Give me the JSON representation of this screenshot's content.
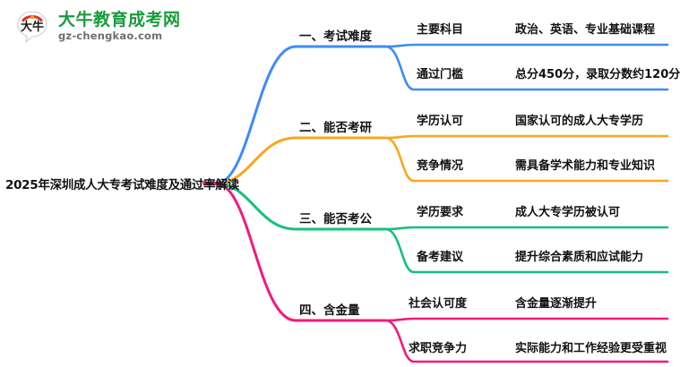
{
  "logo": {
    "mark_name": "daniu-speech-bubble-logo",
    "title": "大牛教育成考网",
    "domain": "gz-chengkao.com",
    "title_color": "#199b3c",
    "domain_color": "#6f6f6f"
  },
  "root": {
    "title": "2025年深圳成人大专考试难度及通过率解读"
  },
  "colors": {
    "blue": "#3d8cf5",
    "orange": "#f5a81e",
    "green": "#16c07c",
    "pink": "#f5187e"
  },
  "branches": [
    {
      "label": "一、考试难度",
      "color": "#3d8cf5",
      "items": [
        {
          "key": "主要科目",
          "value": "政治、英语、专业基础课程"
        },
        {
          "key": "通过门槛",
          "value": "总分450分，录取分数约120分"
        }
      ]
    },
    {
      "label": "二、能否考研",
      "color": "#f5a81e",
      "items": [
        {
          "key": "学历认可",
          "value": "国家认可的成人大专学历"
        },
        {
          "key": "竞争情况",
          "value": "需具备学术能力和专业知识"
        }
      ]
    },
    {
      "label": "三、能否考公",
      "color": "#16c07c",
      "items": [
        {
          "key": "学历要求",
          "value": "成人大专学历被认可"
        },
        {
          "key": "备考建议",
          "value": "提升综合素质和应试能力"
        }
      ]
    },
    {
      "label": "四、含金量",
      "color": "#f5187e",
      "items": [
        {
          "key": "社会认可度",
          "value": "含金量逐渐提升"
        },
        {
          "key": "求职竞争力",
          "value": "实际能力和工作经验更受重视"
        }
      ]
    }
  ]
}
